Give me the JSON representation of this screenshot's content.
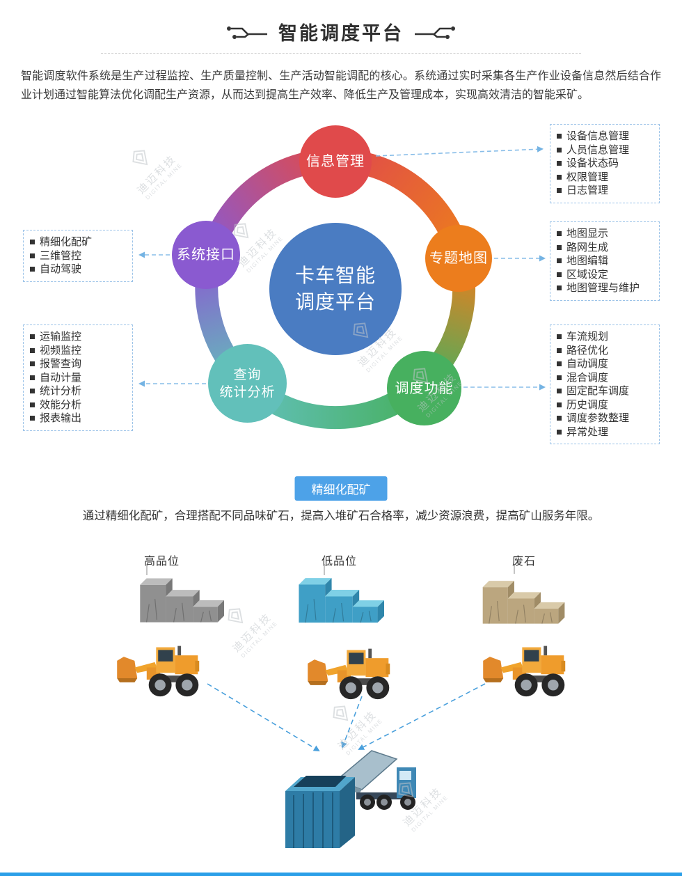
{
  "watermark": {
    "cn": "迪迈科技",
    "en": "DIGITAL MINE"
  },
  "header": {
    "title": "智能调度平台",
    "intro": "智能调度软件系统是生产过程监控、生产质量控制、生产活动智能调配的核心。系统通过实时采集各生产作业设备信息然后结合作业计划通过智能算法优化调配生产资源，从而达到提高生产效率、降低生产及管理成本，实现高效清洁的智能采矿。"
  },
  "diagram": {
    "center": {
      "line1": "卡车智能",
      "line2": "调度平台",
      "color": "#4a7cc2"
    },
    "nodes": {
      "info": {
        "label": "信息管理",
        "color": "#e04a4b"
      },
      "map": {
        "label": "专题地图",
        "color": "#ec7d1d"
      },
      "dispatch": {
        "label": "调度功能",
        "color": "#47b05f"
      },
      "query": {
        "line1": "查询",
        "line2": "统计分析",
        "color": "#62c0ba"
      },
      "interface": {
        "label": "系统接口",
        "color": "#8a5ad0"
      }
    },
    "panels": {
      "info": {
        "items": [
          "设备信息管理",
          "人员信息管理",
          "设备状态码",
          "权限管理",
          "日志管理"
        ]
      },
      "map": {
        "items": [
          "地图显示",
          "路网生成",
          "地图编辑",
          "区域设定",
          "地图管理与维护"
        ]
      },
      "dispatch": {
        "items": [
          "车流规划",
          "路径优化",
          "自动调度",
          "混合调度",
          "固定配车调度",
          "历史调度",
          "调度参数整理",
          "异常处理"
        ]
      },
      "interface": {
        "items": [
          "精细化配矿",
          "三维管控",
          "自动驾驶"
        ]
      },
      "query": {
        "items": [
          "运输监控",
          "视频监控",
          "报警查询",
          "自动计量",
          "统计分析",
          "效能分析",
          "报表输出"
        ]
      }
    }
  },
  "feature": {
    "badge": "精细化配矿",
    "badge_color": "#4da2e8",
    "desc": "通过精细化配矿，合理搭配不同品味矿石，提高入堆矿石合格率，减少资源浪费，提高矿山服务年限。"
  },
  "illustration": {
    "piles": [
      {
        "label": "高品位",
        "top": "#bcbcbc",
        "front": "#909090",
        "side": "#787878"
      },
      {
        "label": "低品位",
        "top": "#7fd0e6",
        "front": "#3f9fc6",
        "side": "#2f86ab"
      },
      {
        "label": "废石",
        "top": "#d9caa9",
        "front": "#bba67f",
        "side": "#a08c66"
      }
    ]
  },
  "footer": {
    "bar_color": "#2b9fe8"
  }
}
